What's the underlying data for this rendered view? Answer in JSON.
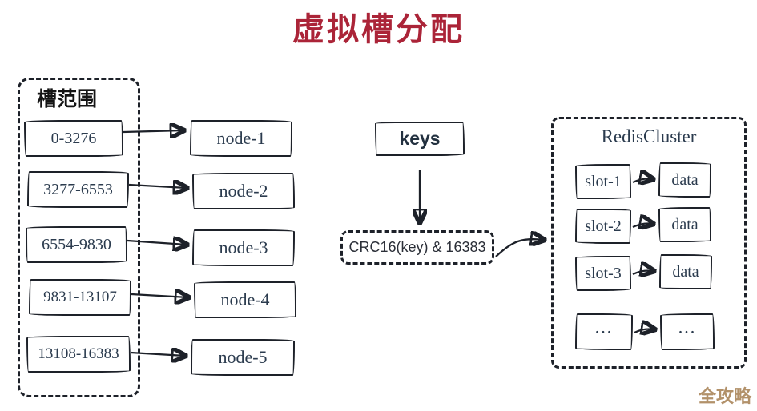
{
  "title": "虚拟槽分配",
  "colors": {
    "title_red": "#ab2438",
    "ink": "#1d2129",
    "label_navy": "#2b3b4e",
    "watermark_gold": "#b2916a",
    "background": "#ffffff"
  },
  "slot_ranges": {
    "label": "槽范围",
    "items": [
      "0-3276",
      "3277-6553",
      "6554-9830",
      "9831-13107",
      "13108-16383"
    ]
  },
  "nodes": [
    "node-1",
    "node-2",
    "node-3",
    "node-4",
    "node-5"
  ],
  "hash": {
    "keys_label": "keys",
    "formula": "CRC16(key) & 16383"
  },
  "cluster": {
    "label": "RedisCluster",
    "rows": [
      {
        "slot": "slot-1",
        "data": "data"
      },
      {
        "slot": "slot-2",
        "data": "data"
      },
      {
        "slot": "slot-3",
        "data": "data"
      },
      {
        "slot": "...",
        "data": "..."
      }
    ]
  },
  "watermark": "全攻略"
}
